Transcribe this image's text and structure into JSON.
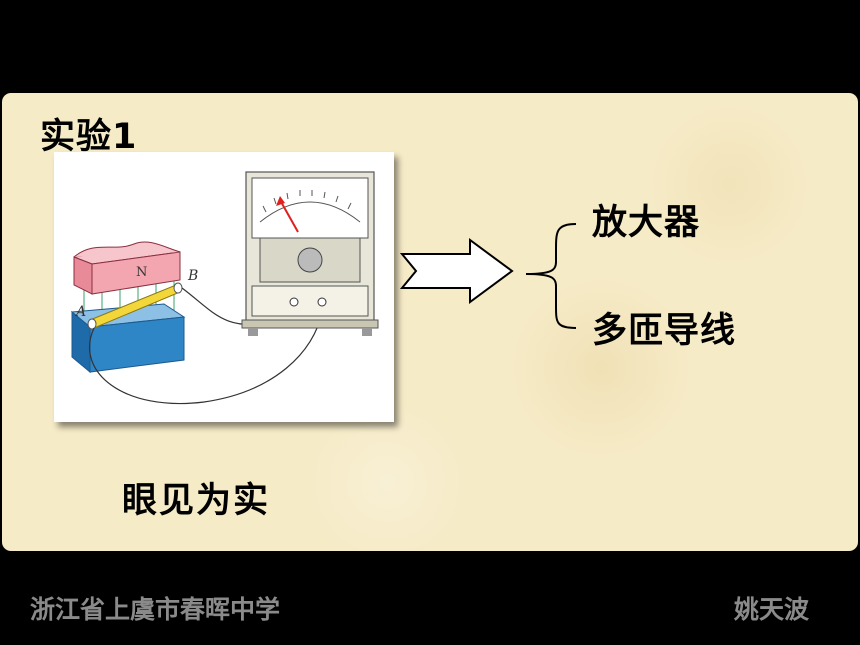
{
  "slide": {
    "title": "实验1",
    "outputs": [
      "放大器",
      "多匝导线"
    ],
    "caption": "眼见为实"
  },
  "diagram": {
    "magnet_label": "N",
    "point_a": "A",
    "point_b": "B"
  },
  "footer": {
    "school": "浙江省上虞市春晖中学",
    "author": "姚天波"
  },
  "colors": {
    "background": "#000000",
    "panel": "#f6ebc7",
    "footer_text": "#8a8a8a",
    "magnet_top": "#f3a6b0",
    "magnet_bottom": "#2f86c6",
    "rod": "#f2d63a",
    "needle": "#e0201c"
  }
}
